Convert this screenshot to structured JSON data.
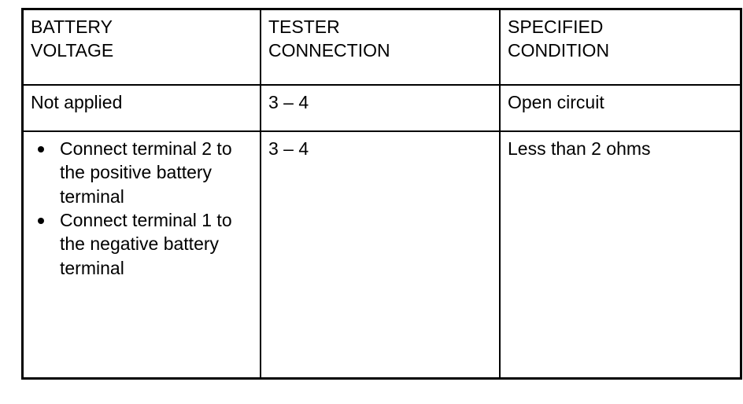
{
  "document": {
    "type": "inspection-specification-table",
    "background_color": "#ffffff",
    "text_color": "#000000",
    "border_color": "#000000"
  },
  "table": {
    "headers": [
      {
        "line1": "BATTERY",
        "line2": "VOLTAGE"
      },
      {
        "line1": "TESTER",
        "line2": "CONNECTION"
      },
      {
        "line1": "SPECIFIED",
        "line2": "CONDITION"
      }
    ],
    "rows": [
      {
        "battery_voltage": "Not applied",
        "tester_connection": "3 – 4",
        "specified_condition": "Open circuit"
      },
      {
        "battery_voltage_bullets": [
          "Connect terminal 2 to the positive battery terminal",
          "Connect terminal 1 to the negative battery terminal"
        ],
        "tester_connection": "3 – 4",
        "specified_condition": "Less than 2 ohms"
      }
    ]
  }
}
